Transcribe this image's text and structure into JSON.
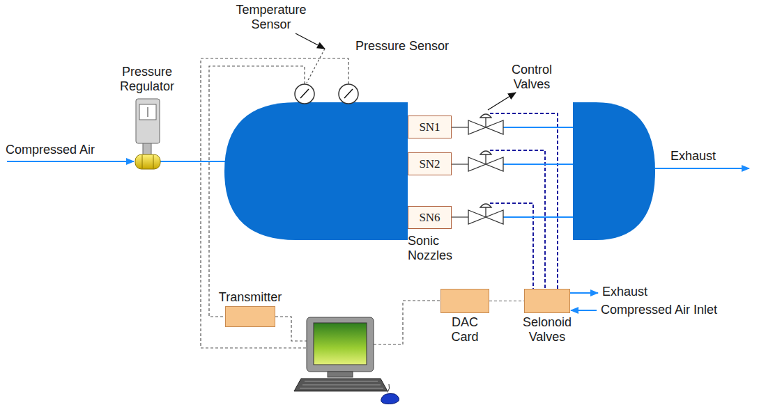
{
  "diagram": {
    "nodes": [
      {
        "text": [
          "SN1"
        ]
      },
      {
        "text": [
          "SN2"
        ]
      },
      {
        "text": [
          "SN6"
        ]
      },
      {
        "text": [
          "Transmitter"
        ]
      },
      {
        "text": [
          "DAC Card"
        ]
      },
      {
        "text": [
          "Selonoid Valves"
        ]
      }
    ],
    "edges": [
      {
        "from": 4,
        "to": 5,
        "arrow": "none"
      }
    ],
    "labels": [
      "Temperature Sensor",
      "Pressure Sensor",
      "Control Valves",
      "Pressure Regulator",
      "Compressed Air",
      "Exhaust",
      "Sonic Nozzles",
      "Exhaust",
      "Compressed Air Inlet"
    ]
  }
}
